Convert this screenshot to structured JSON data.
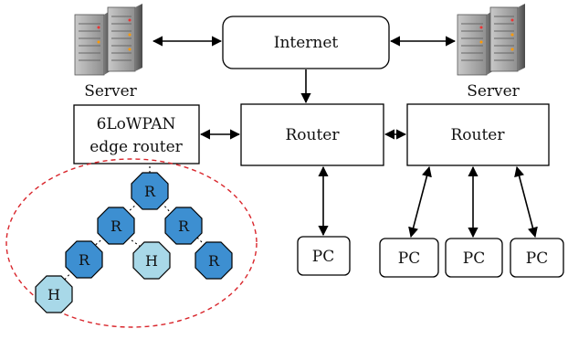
{
  "nodes": {
    "internet": "Internet",
    "server_left": "Server",
    "server_right": "Server",
    "edge_router_line1": "6LoWPAN",
    "edge_router_line2": "edge router",
    "router_center": "Router",
    "router_right": "Router",
    "pc": "PC"
  },
  "mesh_nodes": [
    "R",
    "R",
    "R",
    "R",
    "R",
    "H",
    "H"
  ],
  "colors": {
    "router_node": "#3d8fd1",
    "host_node": "#a8d8e8",
    "boundary": "#d9262c"
  }
}
